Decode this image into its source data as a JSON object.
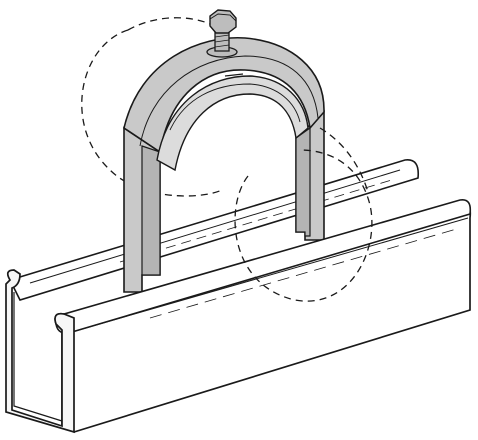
{
  "figure": {
    "subject": "pipe-clamp-on-strut-channel",
    "parts": [
      "hex-bolt",
      "two-hole-clamp",
      "inner-saddle",
      "strut-channel",
      "pipe-outline-upper",
      "pipe-outline-lower"
    ]
  },
  "colors": {
    "background": "#ffffff",
    "line": "#1a1a1a",
    "clamp_fill": "#c9c9c9",
    "clamp_shade": "#b4b4b4",
    "saddle_fill": "#dcdcdc",
    "channel_fill": "#ffffff",
    "channel_inner": "#f7f7f7",
    "bolt_fill": "#bdbdbd"
  }
}
